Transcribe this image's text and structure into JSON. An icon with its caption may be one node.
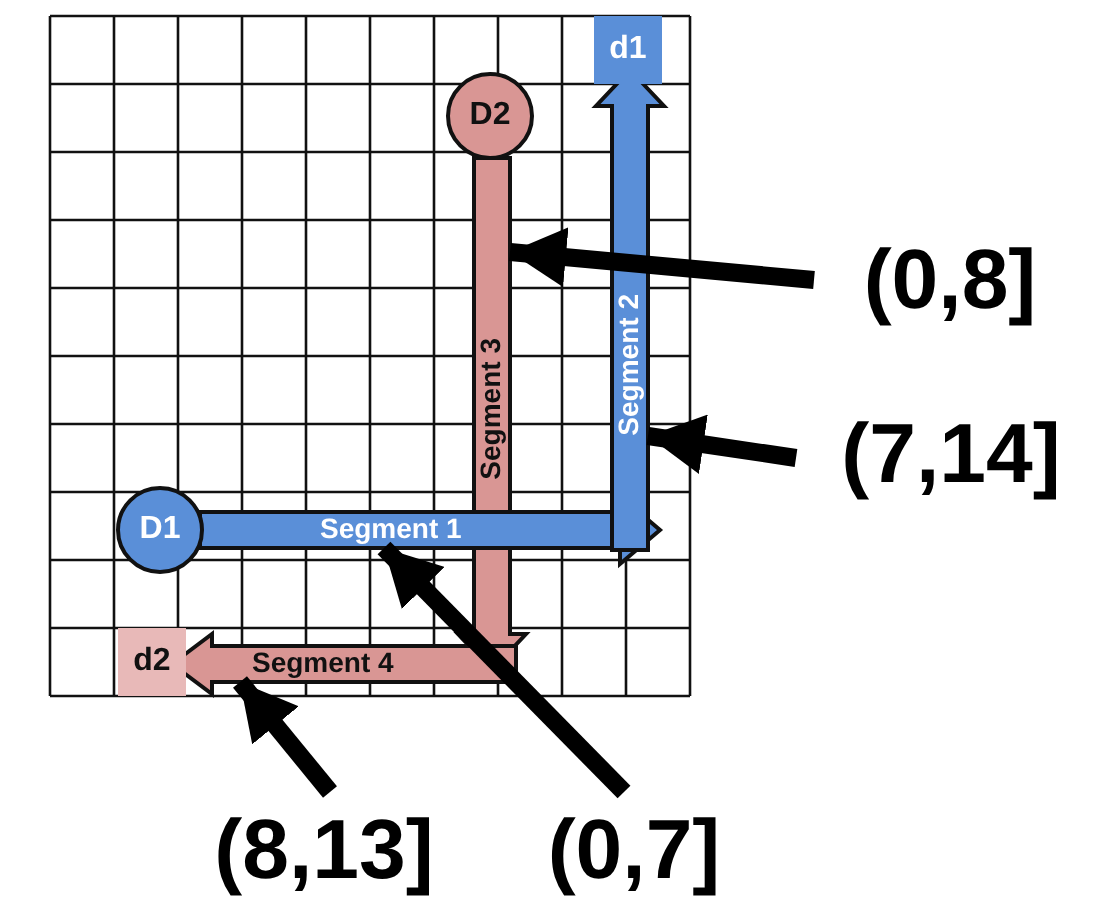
{
  "diagram": {
    "nodes": [
      {
        "text": [
          "d1"
        ]
      },
      {
        "text": [
          "D2"
        ]
      },
      {
        "text": [
          "(0,8]"
        ]
      },
      {
        "text": [
          "Segment 3"
        ]
      },
      {
        "text": [
          "Segment 2"
        ]
      },
      {
        "text": [
          "(7,14]"
        ]
      },
      {
        "text": [
          "D1"
        ]
      },
      {
        "text": [
          "Segment 1"
        ]
      },
      {
        "text": [
          "d2"
        ]
      },
      {
        "text": [
          "Segment 4"
        ]
      },
      {
        "text": [
          "(8,13]"
        ]
      },
      {
        "text": [
          "(0,7]"
        ]
      }
    ],
    "edges": [
      {
        "from": 2,
        "to": 3,
        "arrow": "to"
      },
      {
        "from": 5,
        "to": 4,
        "arrow": "to"
      },
      {
        "from": 10,
        "to": 9,
        "arrow": "to"
      },
      {
        "from": 11,
        "to": 7,
        "arrow": "to"
      }
    ]
  }
}
